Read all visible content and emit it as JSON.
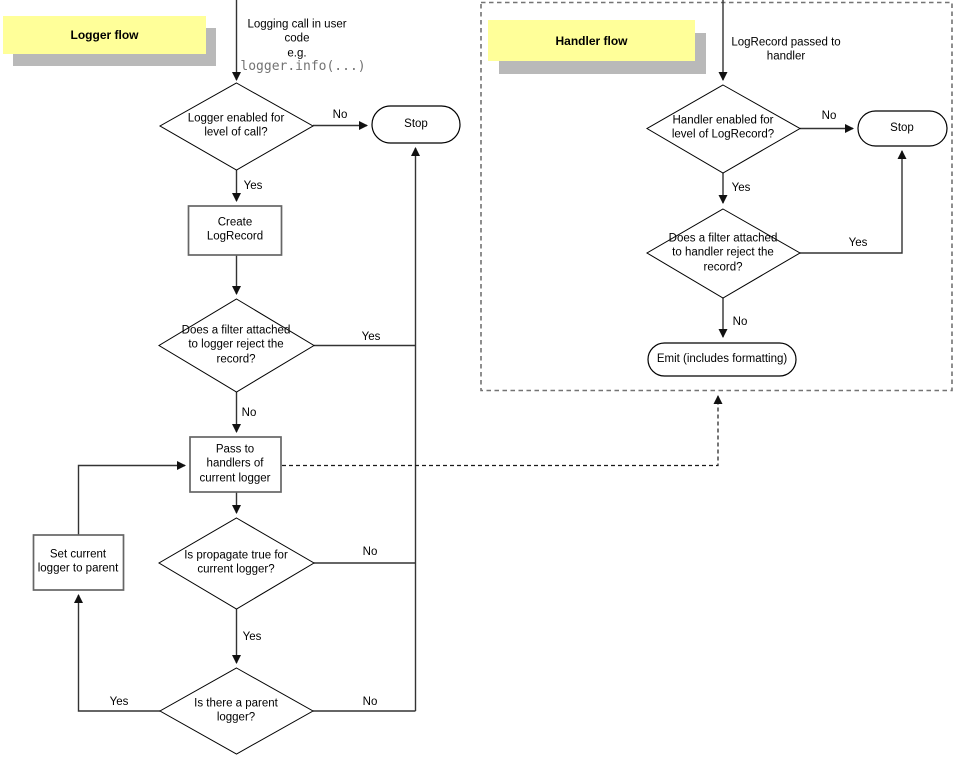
{
  "colors": {
    "background": "#ffffff",
    "note_fill": "#ffff99",
    "note_shadow": "#b9b9b9",
    "connector_line": "#333333",
    "shape_border": "#000000",
    "process_border": "#666666",
    "dashed_box_border": "#737373",
    "code_text": "#737373"
  },
  "labels": {
    "yes": "Yes",
    "no": "No"
  },
  "logger_flow": {
    "title": "Logger flow",
    "entry_note": "Logging call in user\ncode\ne.g.",
    "entry_code": "logger.info(...)",
    "decision_level": "Logger enabled for\nlevel of call?",
    "stop": "Stop",
    "create_record": "Create\nLogRecord",
    "decision_filter": "Does a filter attached\nto logger reject the\nrecord?",
    "pass_handlers": "Pass to\nhandlers of\ncurrent logger",
    "decision_propagate": "Is propagate true for\ncurrent logger?",
    "set_parent": "Set current\nlogger to parent",
    "decision_parent": "Is there a parent\nlogger?"
  },
  "handler_flow": {
    "title": "Handler flow",
    "entry_note": "LogRecord passed to\nhandler",
    "decision_level": "Handler enabled for\nlevel of LogRecord?",
    "stop": "Stop",
    "decision_filter": "Does a filter attached\nto handler reject the\nrecord?",
    "emit": "Emit (includes formatting)"
  }
}
